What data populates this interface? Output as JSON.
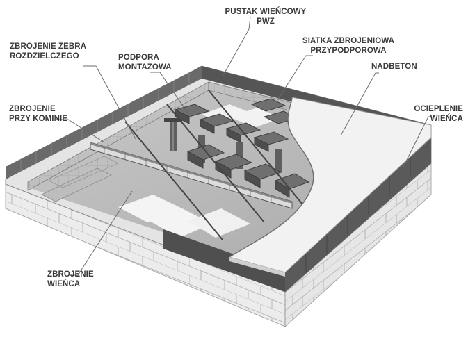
{
  "labels": {
    "pustak": {
      "line1": "PUSTAK WIEŃCOWY",
      "line2": "PWZ"
    },
    "siatka": {
      "line1": "SIATKA ZBROJENIOWA",
      "line2": "PRZYPODPOROWA"
    },
    "zbrojenie_zebra": {
      "line1": "ZBROJENIE ŻEBRA",
      "line2": "ROZDZIELCZEGO"
    },
    "podpora": {
      "line1": "PODPORA",
      "line2": "MONTAŻOWA"
    },
    "nadbeton": {
      "line1": "NADBETON"
    },
    "zbrojenie_kominie": {
      "line1": "ZBROJENIE",
      "line2": "PRZY KOMINIE"
    },
    "ocieplenie": {
      "line1": "OCIEPLENIE",
      "line2": "WIEŃCA"
    },
    "zbrojenie_wienca": {
      "line1": "ZBROJENIE",
      "line2": "WIEŃCA"
    }
  },
  "colors": {
    "wall_dark": "#5e5e5e",
    "wall_mid": "#7a7a7a",
    "block_face": "#eeeeee",
    "block_line": "#b8b8b8",
    "slab_top": "#efefef",
    "leader": "#6b6b6b",
    "text": "#3a3a3a"
  }
}
